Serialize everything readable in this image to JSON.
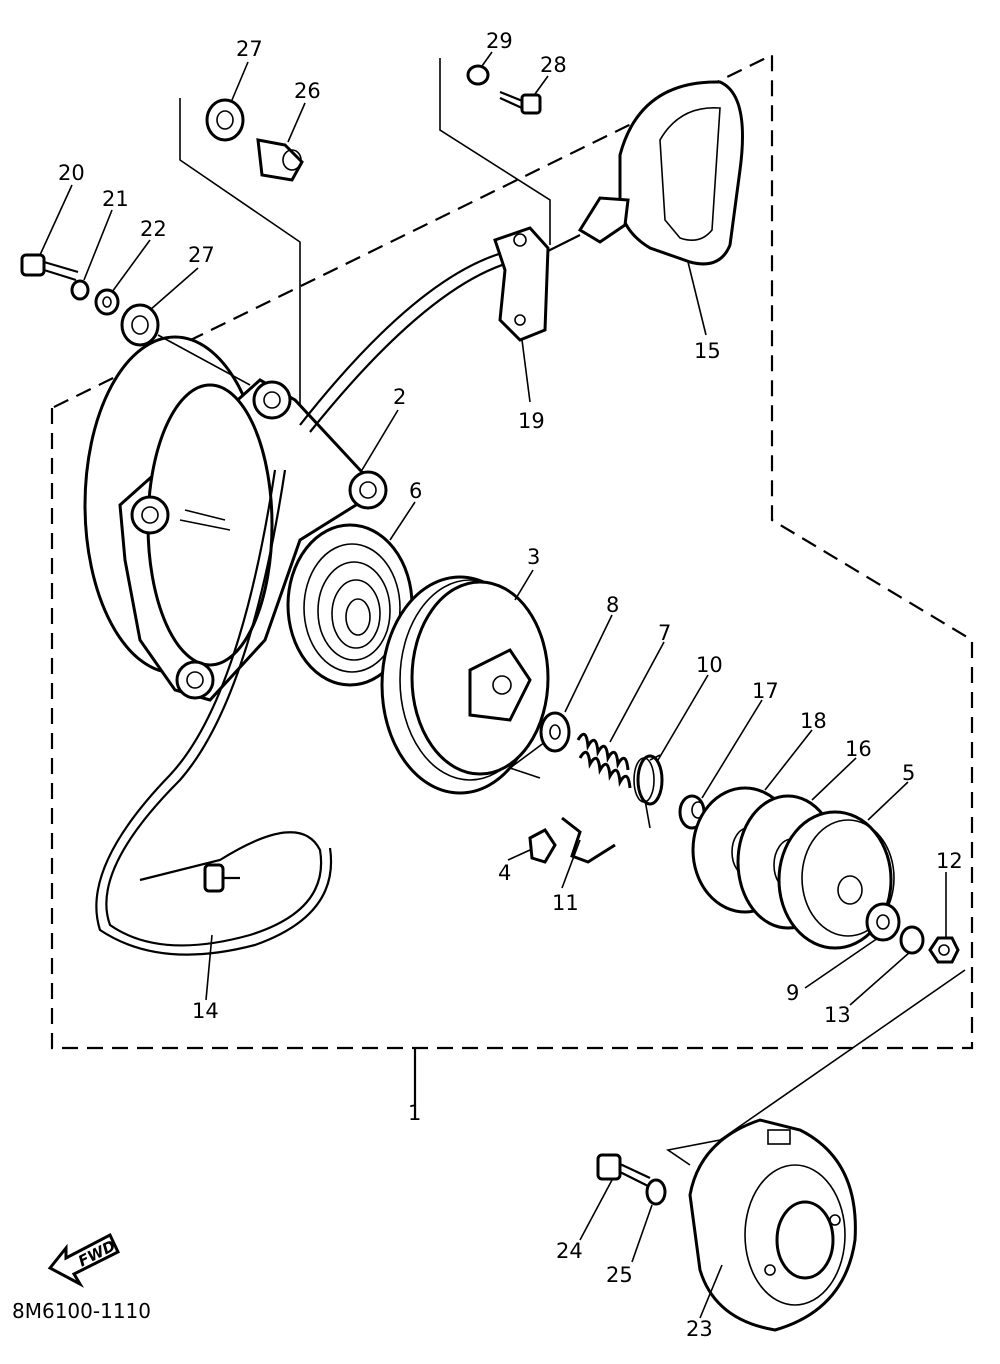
{
  "labels": {
    "p1": "1",
    "p2": "2",
    "p3": "3",
    "p4": "4",
    "p5": "5",
    "p6": "6",
    "p7": "7",
    "p8": "8",
    "p9": "9",
    "p10": "10",
    "p11": "11",
    "p12": "12",
    "p13": "13",
    "p14": "14",
    "p15": "15",
    "p16": "16",
    "p17": "17",
    "p18": "18",
    "p19": "19",
    "p20": "20",
    "p21": "21",
    "p22": "22",
    "p23": "23",
    "p24": "24",
    "p25": "25",
    "p26": "26",
    "p27a": "27",
    "p27b": "27",
    "p28": "28",
    "p29": "29"
  },
  "fwd_label": "FWD",
  "drawing_code": "8M6100-1110"
}
